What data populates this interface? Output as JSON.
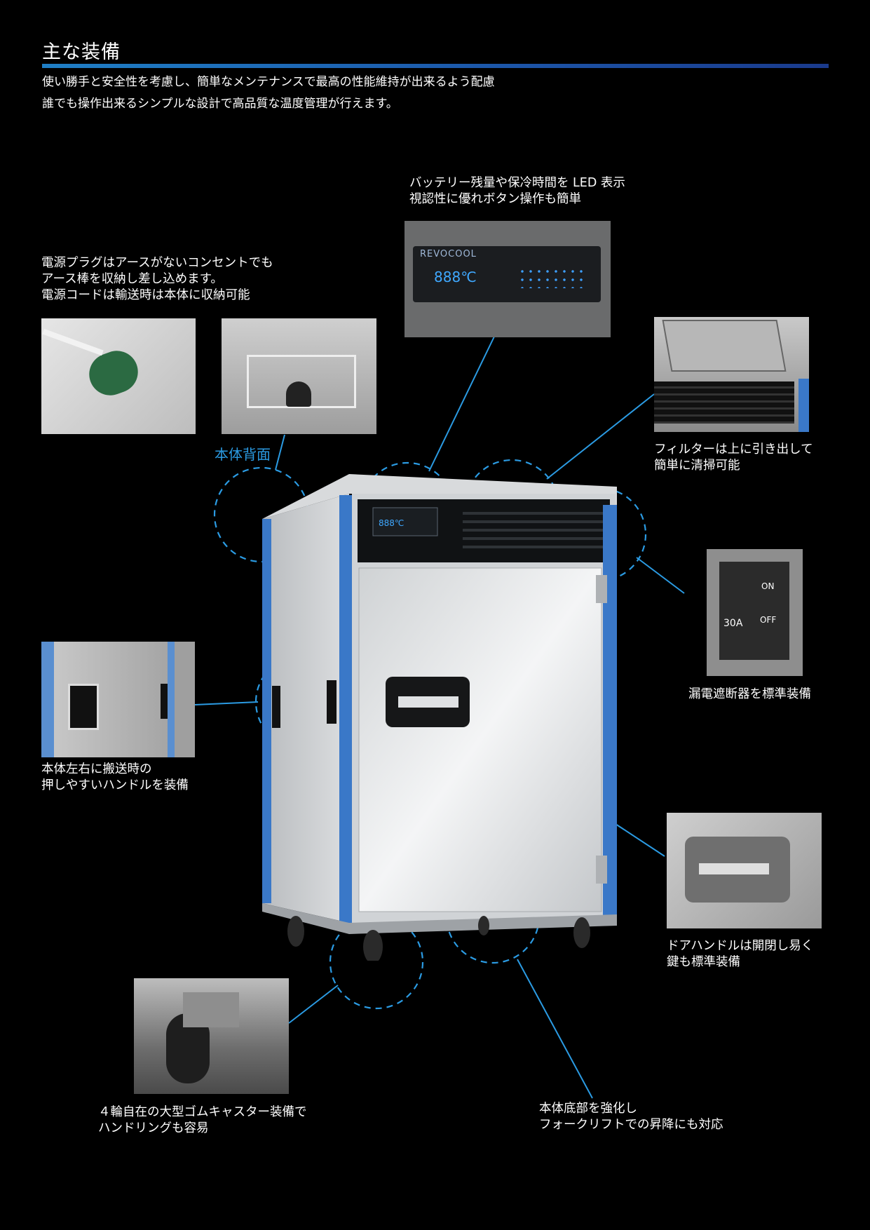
{
  "header": {
    "title": "主な装備",
    "intro": [
      "使い勝手と安全性を考慮し、簡単なメンテナンスで最高の性能維持が出来るよう配慮",
      "誰でも操作出来るシンプルな設計で高品質な温度管理が行えます。"
    ]
  },
  "captions": {
    "panel": [
      "バッテリー残量や保冷時間を LED 表示",
      "視認性に優れボタン操作も簡単"
    ],
    "plug": [
      "電源プラグはアースがないコンセントでも",
      "アース棒を収納し差し込めます。",
      "電源コードは輸送時は本体に収納可能"
    ],
    "filter": [
      "フィルターは上に引き出して",
      "簡単に清掃可能"
    ],
    "breaker": [
      "漏電遮断器を標準装備"
    ],
    "handles": [
      "本体左右に搬送時の",
      "押しやすいハンドルを装備"
    ],
    "door": [
      "ドアハンドルは開閉し易く",
      "鍵も標準装備"
    ],
    "caster": [
      "４輪自在の大型ゴムキャスター装備で",
      "ハンドリングも容易"
    ],
    "base": [
      "本体底部を強化し",
      "フォークリフトでの昇降にも対応"
    ],
    "back_label": "本体背面"
  },
  "panel_display": {
    "brand": "REVOCOOL",
    "temp": "888",
    "unit": "℃"
  },
  "breaker_display": {
    "on": "ON",
    "off": "OFF",
    "amp": "30A"
  },
  "colors": {
    "background": "#000000",
    "accent": "#2b9be3",
    "frame_blue": "#3a78c8"
  }
}
